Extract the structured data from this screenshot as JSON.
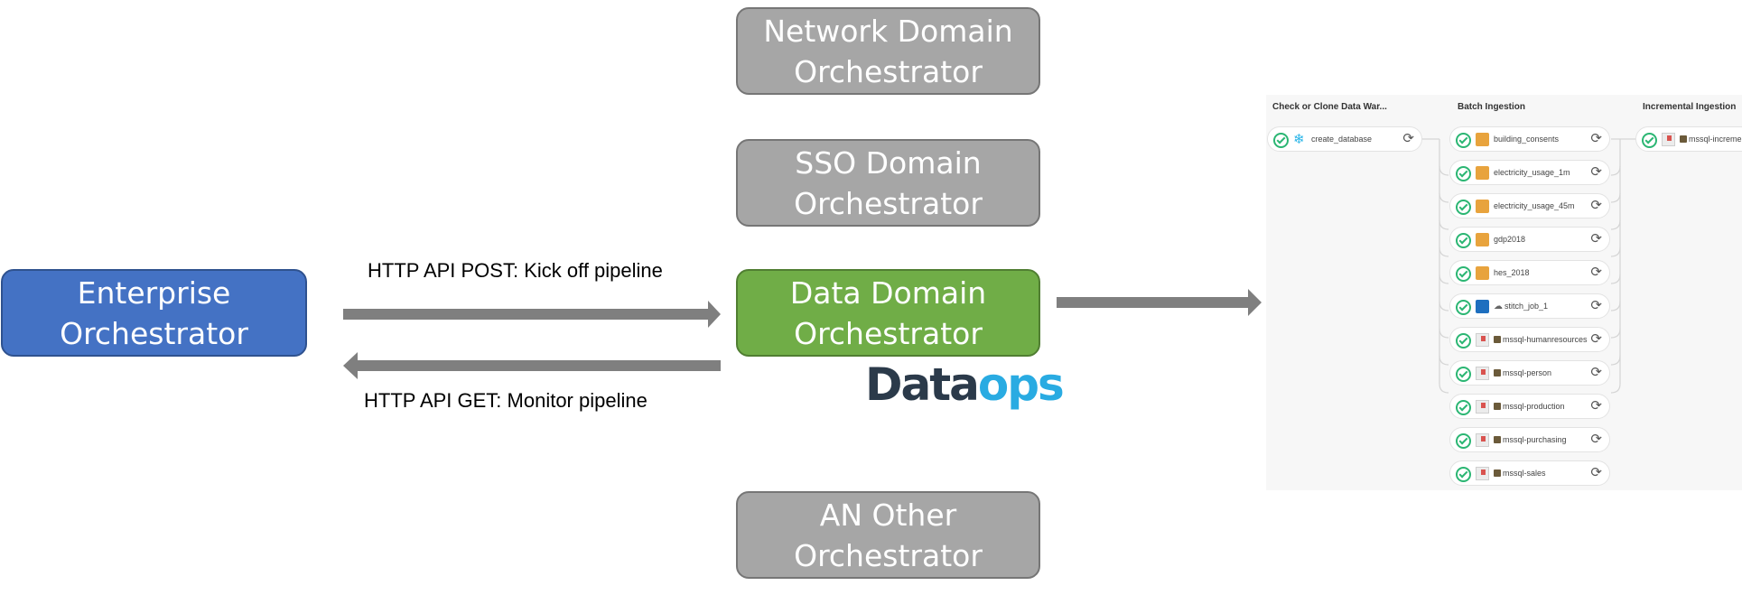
{
  "orchestrators": {
    "network": [
      "Network Domain",
      "Orchestrator"
    ],
    "sso": [
      "SSO Domain",
      "Orchestrator"
    ],
    "data": [
      "Data Domain",
      "Orchestrator"
    ],
    "an_other": [
      "AN Other",
      "Orchestrator"
    ],
    "enterprise": [
      "Enterprise",
      "Orchestrator"
    ]
  },
  "arrows": {
    "post_label": "HTTP API POST: Kick off pipeline",
    "get_label": "HTTP API GET: Monitor pipeline"
  },
  "logo": {
    "part1": "Data",
    "part2": "ops"
  },
  "pipeline": {
    "stages": [
      {
        "title": "Check or Clone Data War...",
        "jobs": [
          {
            "name": "create_database",
            "icon": "snowflake-icon"
          }
        ]
      },
      {
        "title": "Batch Ingestion",
        "jobs": [
          {
            "name": "building_consents",
            "icon": "folder-icon"
          },
          {
            "name": "electricity_usage_1m",
            "icon": "folder-icon"
          },
          {
            "name": "electricity_usage_45m",
            "icon": "folder-icon"
          },
          {
            "name": "gdp2018",
            "icon": "folder-icon"
          },
          {
            "name": "hes_2018",
            "icon": "folder-icon"
          },
          {
            "name": "stitch_job_1",
            "icon": "stitch-icon"
          },
          {
            "name": "mssql-humanresources",
            "icon": "mssql-icon"
          },
          {
            "name": "mssql-person",
            "icon": "mssql-icon"
          },
          {
            "name": "mssql-production",
            "icon": "mssql-icon"
          },
          {
            "name": "mssql-purchasing",
            "icon": "mssql-icon"
          },
          {
            "name": "mssql-sales",
            "icon": "mssql-icon"
          }
        ]
      },
      {
        "title": "Incremental Ingestion",
        "jobs": [
          {
            "name": "mssql-incremen",
            "icon": "mssql-icon"
          }
        ]
      }
    ]
  },
  "colors": {
    "gray_box": "#a6a6a6",
    "green_box": "#70ad47",
    "blue_box": "#4472c4",
    "arrow": "#7f7f7f",
    "check": "#2bb673"
  }
}
